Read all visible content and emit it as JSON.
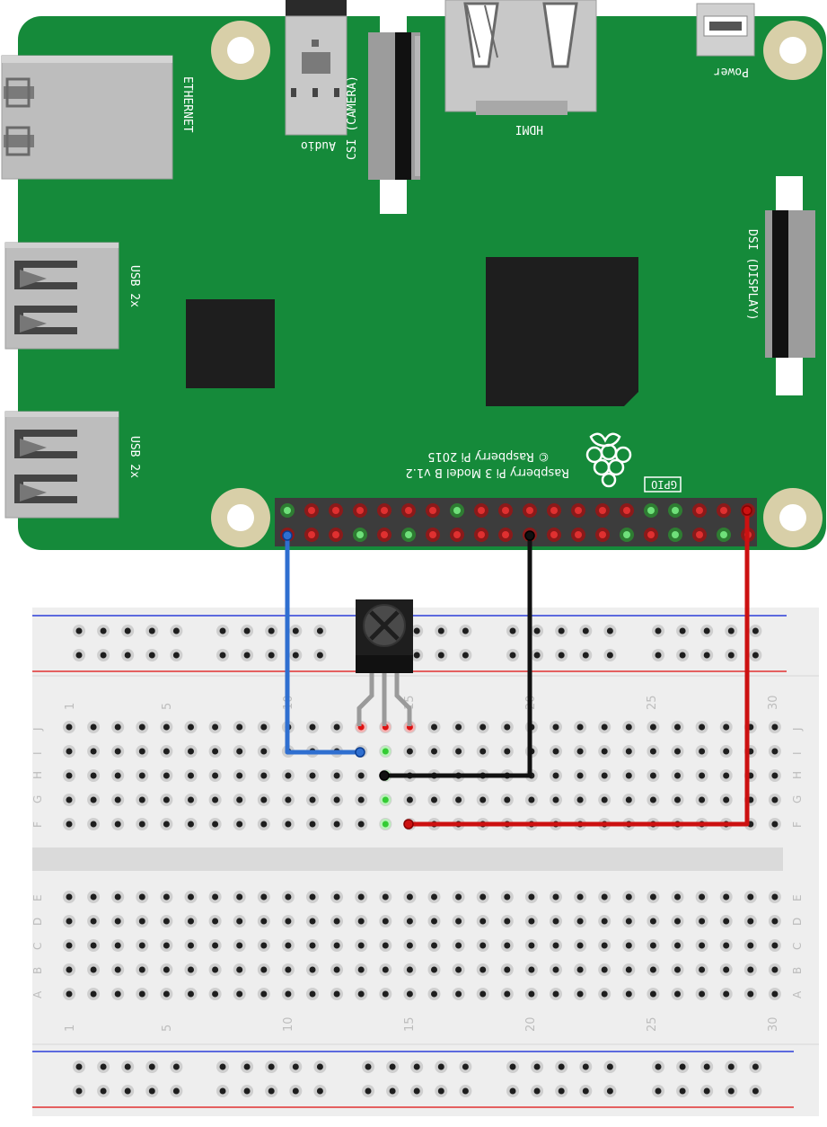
{
  "pi": {
    "board_color": "#158A3A",
    "ethernet_label": "ETHERNET",
    "usb_label": "USB 2x",
    "audio_label": "Audio",
    "camera_label": "CSI (CAMERA)",
    "hdmi_label": "HDMI",
    "power_label": "Power",
    "display_label": "DSI (DISPLAY)",
    "model_label": "Raspberry Pi 3 Model B v1.2",
    "copyright_label": "© Raspberry Pi 2015",
    "gpio_label": "GPIO"
  },
  "breadboard": {
    "row_letters_top": [
      "J",
      "I",
      "H",
      "G",
      "F"
    ],
    "row_letters_bottom": [
      "E",
      "D",
      "C",
      "B",
      "A"
    ],
    "column_numbers": [
      "1",
      "5",
      "10",
      "15",
      "20",
      "25",
      "30"
    ]
  },
  "wires": [
    {
      "name": "signal-wire",
      "color": "#2F6FD0"
    },
    {
      "name": "ground-wire",
      "color": "#111111"
    },
    {
      "name": "power-wire",
      "color": "#CC1111"
    }
  ],
  "component": {
    "name": "ir-receiver",
    "body_color": "#1E1E1E"
  }
}
